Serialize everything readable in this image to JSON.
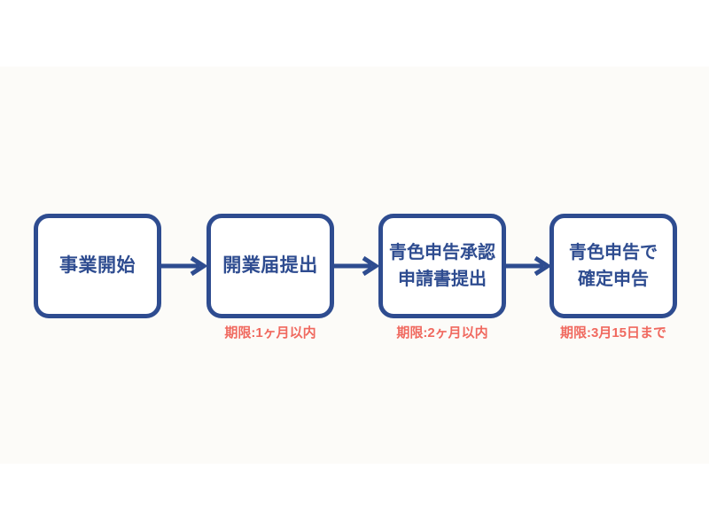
{
  "page": {
    "background_color": "#ffffff",
    "content_band_color": "#fcfbf8"
  },
  "colors": {
    "primary_blue": "#2e4c90",
    "deadline_red": "#f0695f",
    "box_fill": "#ffffff"
  },
  "flowchart": {
    "steps": [
      {
        "id": "business-start",
        "lines": [
          "事業開始"
        ],
        "deadline": null
      },
      {
        "id": "opening-notification",
        "lines": [
          "開業届提出"
        ],
        "deadline": "期限:1ヶ月以内"
      },
      {
        "id": "blue-return-application",
        "lines": [
          "青色申告承認",
          "申請書提出"
        ],
        "deadline": "期限:2ヶ月以内"
      },
      {
        "id": "blue-return-filing",
        "lines": [
          "青色申告で",
          "確定申告"
        ],
        "deadline": "期限:3月15日まで"
      }
    ],
    "arrow_glyph": "→"
  }
}
